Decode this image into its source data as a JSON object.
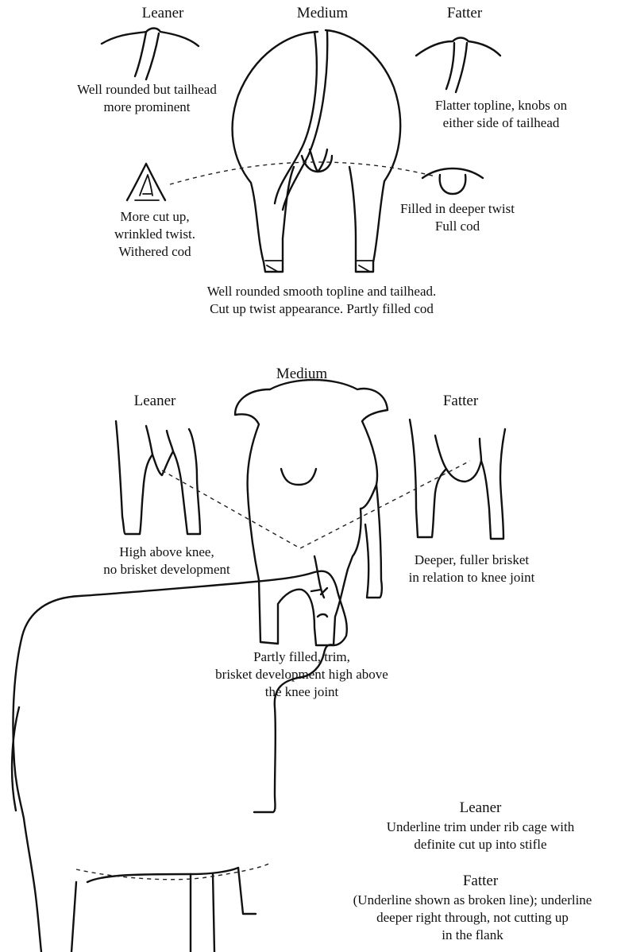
{
  "panel1": {
    "leaner_title": "Leaner",
    "medium_title": "Medium",
    "fatter_title": "Fatter",
    "leaner_tail": [
      "Well rounded but tailhead",
      "more prominent"
    ],
    "fatter_tail": [
      "Flatter topline, knobs on",
      "either side of tailhead"
    ],
    "leaner_twist": [
      "More cut up,",
      "wrinkled twist.",
      "Withered cod"
    ],
    "fatter_twist": [
      "Filled in deeper twist",
      "Full cod"
    ],
    "medium_caption": [
      "Well rounded smooth topline and tailhead.",
      "Cut up twist appearance.  Partly filled cod"
    ]
  },
  "panel2": {
    "medium_title": "Medium",
    "leaner_title": "Leaner",
    "fatter_title": "Fatter",
    "leaner_caption": [
      "High above knee,",
      "no brisket development"
    ],
    "fatter_caption": [
      "Deeper, fuller brisket",
      "in relation to knee joint"
    ],
    "medium_caption": [
      "Partly filled, trim,",
      "brisket development high above",
      "the knee joint"
    ]
  },
  "panel3": {
    "leaner_title": "Leaner",
    "leaner_caption": [
      "Underline trim under rib cage with",
      "definite cut up into stifle"
    ],
    "fatter_title": "Fatter",
    "fatter_caption": [
      "(Underline shown as broken line);  underline",
      "deeper right through, not cutting up",
      "in the flank"
    ]
  }
}
